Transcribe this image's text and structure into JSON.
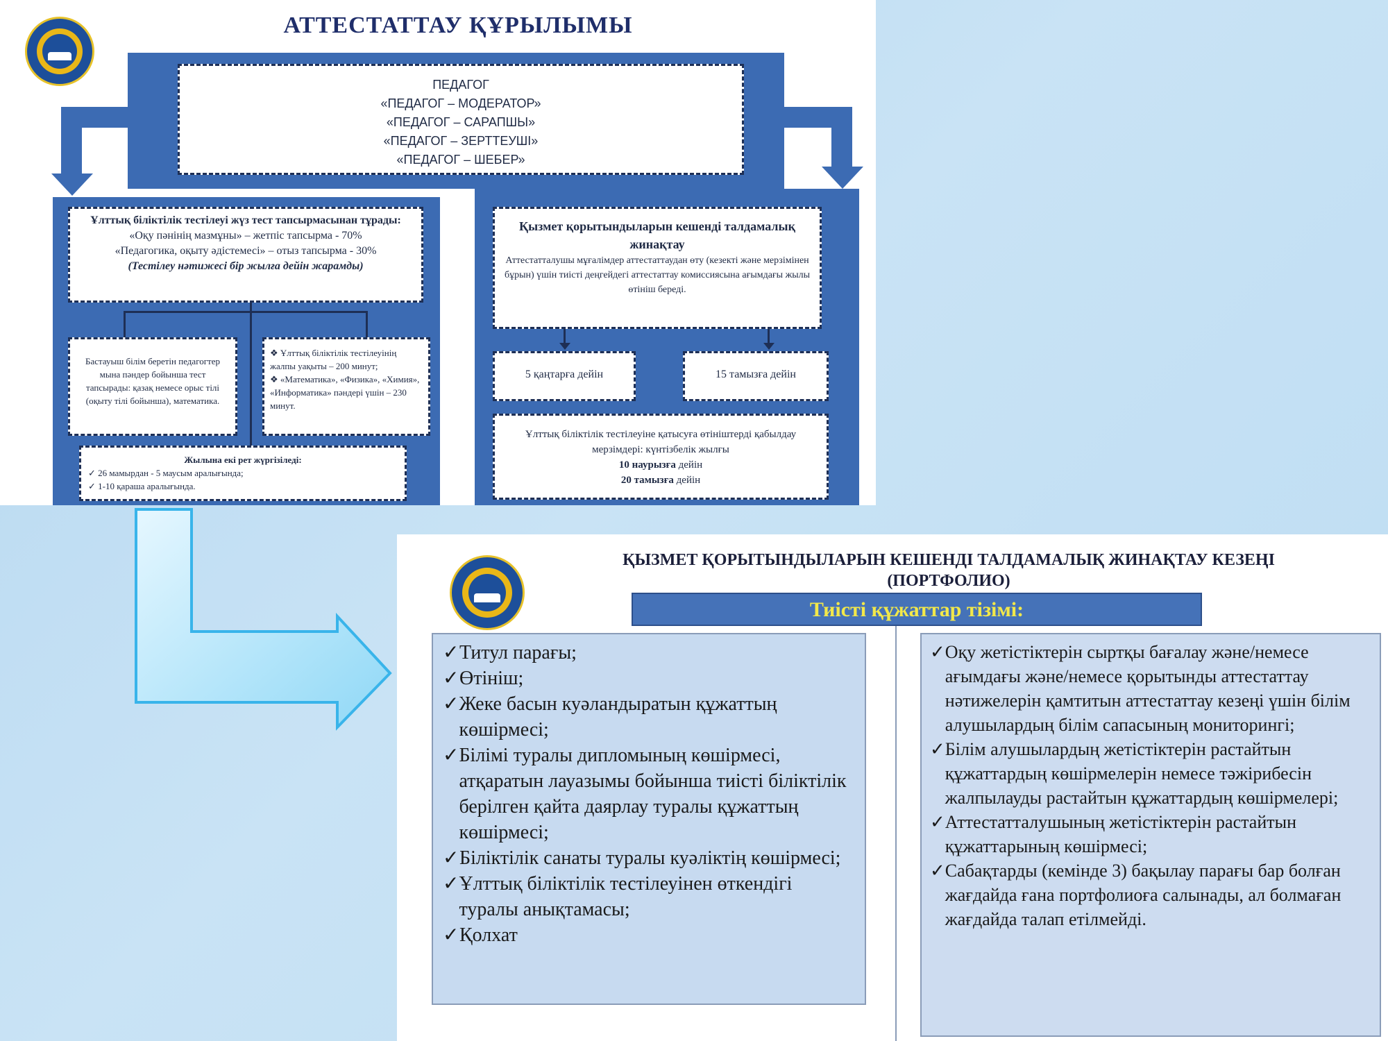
{
  "top": {
    "title": "АТТЕСТАТТАУ ҚҰРЫЛЫМЫ",
    "categories": [
      "ПЕДАГОГ",
      "«ПЕДАГОГ – МОДЕРАТОР»",
      "«ПЕДАГОГ – САРАПШЫ»",
      "«ПЕДАГОГ – ЗЕРТТЕУШІ»",
      "«ПЕДАГОГ – ШЕБЕР»"
    ],
    "left_box": {
      "title": "Ұлттық біліктілік тестілеуі жүз тест тапсырмасынан тұрады:",
      "line1": "«Оқу пәнінің мазмұны» – жетпіс тапсырма - 70%",
      "line2": "«Педагогика, оқыту әдістемесі» – отыз тапсырма - 30%",
      "line3": "(Тестілеу нәтижесі бір жылға дейін жарамды)"
    },
    "sub_left": "Бастауыш білім беретін педагогтер мына пәндер бойынша тест тапсырады: қазақ немесе орыс тілі (оқыту тілі бойынша), математика.",
    "sub_right": [
      "Ұлттық біліктілік тестілеуінің жалпы уақыты – 200 минут;",
      "«Математика», «Физика», «Химия», «Информатика» пәндері үшін – 230 минут."
    ],
    "twice": {
      "title": "Жылына екі рет жүргізіледі:",
      "items": [
        "26 мамырдан - 5 маусым аралығында;",
        "1-10 қараша аралығында."
      ]
    },
    "right_box": {
      "title": "Қызмет қорытындыларын кешенді талдамалық жинақтау",
      "text": "Аттестатталушы мұғалімдер аттестаттаудан өту (кезекті және мерзімінен бұрын) үшін тиісті деңгейдегі аттестаттау комиссиясына ағымдағы жылы өтініш береді."
    },
    "date1": "5 қаңтарға дейін",
    "date2": "15 тамызға дейін",
    "bottom_right": {
      "text": "Ұлттық біліктілік тестілеуіне қатысуға өтініштерді қабылдау мерзімдері: күнтізбелік жылғы",
      "d1": "10 наурызға",
      "d2": "20 тамызға",
      "suffix": " дейін"
    }
  },
  "bottom": {
    "title": "ҚЫЗМЕТ ҚОРЫТЫНДЫЛАРЫН КЕШЕНДІ ТАЛДАМАЛЫҚ ЖИНАҚТАУ КЕЗЕҢІ",
    "subtitle": "(ПОРТФОЛИО)",
    "banner": "Тиісті құжаттар тізімі:",
    "left_list": [
      "Титул парағы;",
      "Өтініш;",
      "Жеке басын куәландыратын құжаттың көшірмесі;",
      "Білімі туралы дипломының көшірмесі, атқаратын лауазымы бойынша тиісті біліктілік берілген қайта даярлау туралы құжаттың көшірмесі;",
      "Біліктілік санаты туралы куәліктің көшірмесі;",
      "Ұлттық біліктілік тестілеуінен өткендігі туралы анықтамасы;",
      "Қолхат"
    ],
    "right_list": [
      "Оқу жетістіктерін сыртқы бағалау және/немесе ағымдағы және/немесе қорытынды аттестаттау нәтижелерін қамтитын аттестаттау кезеңі үшін білім алушылардың білім сапасының мониторингі;",
      "Білім алушылардың жетістіктерін растайтын құжаттардың көшірмелерін немесе тәжірибесін жалпылауды растайтын құжаттардың көшірмелері;",
      "Аттестатталушының жетістіктерін растайтын құжаттарының көшірмесі;",
      "Сабақтарды (кемінде 3) бақылау парағы бар болған жағдайда ғана портфолиоға салынады, ал болмаған жағдайда талап етілмейді."
    ]
  }
}
